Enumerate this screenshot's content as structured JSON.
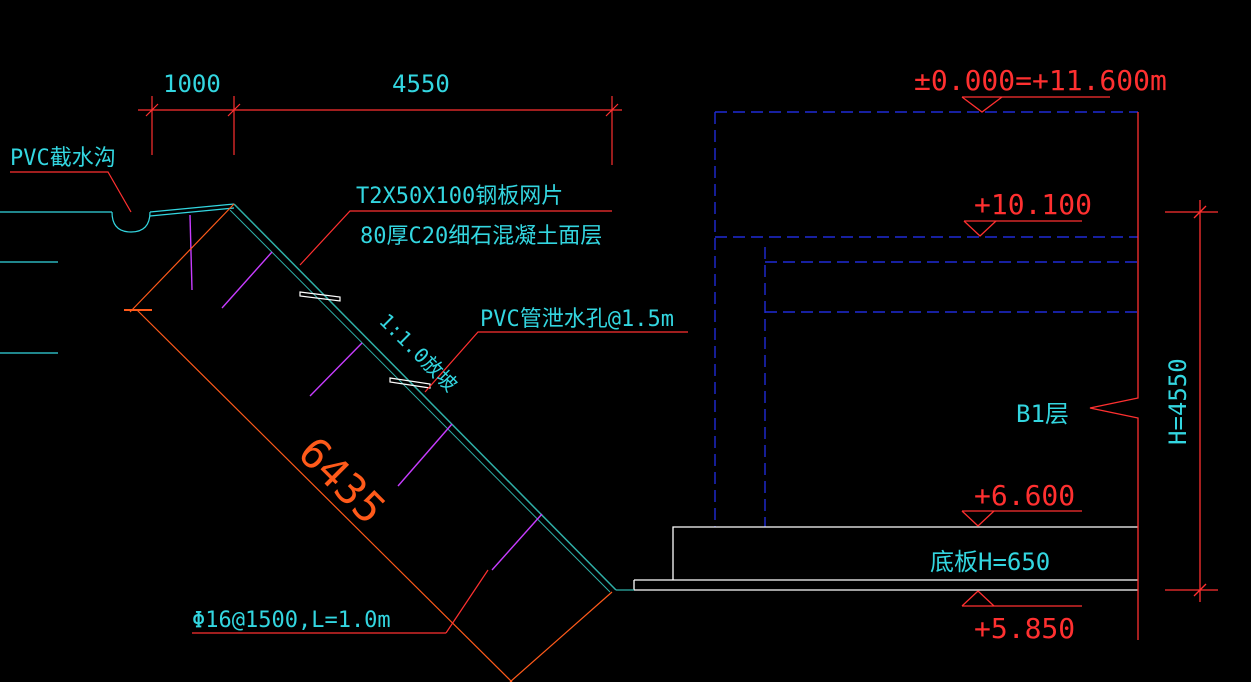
{
  "colors": {
    "background": "#000000",
    "cyan": "#33d6e0",
    "red": "#ff3030",
    "orange": "#ff5a1a",
    "white": "#ffffff",
    "blue_dashed": "#1f2bd6",
    "magenta": "#c73cff",
    "teal": "#2fb0a8"
  },
  "dimensions": {
    "dim_1000": "1000",
    "dim_4550": "4550",
    "slope_length": "6435",
    "height": "H=4550"
  },
  "labels": {
    "pvc_drain_ditch": "PVC截水沟",
    "steel_mesh": "T2X50X100钢板网片",
    "concrete_layer": "80厚C20细石混凝土面层",
    "pvc_drain_hole": "PVC管泄水孔@1.5m",
    "slope_ratio": "1:1.0放坡",
    "anchor_bar": "Φ16@1500,L=1.0m",
    "floor_b1": "B1层",
    "base_slab": "底板H=650"
  },
  "elevations": {
    "top": "±0.000=+11.600m",
    "level_1": "+10.100",
    "level_2": "+6.600",
    "level_3": "+5.850"
  }
}
